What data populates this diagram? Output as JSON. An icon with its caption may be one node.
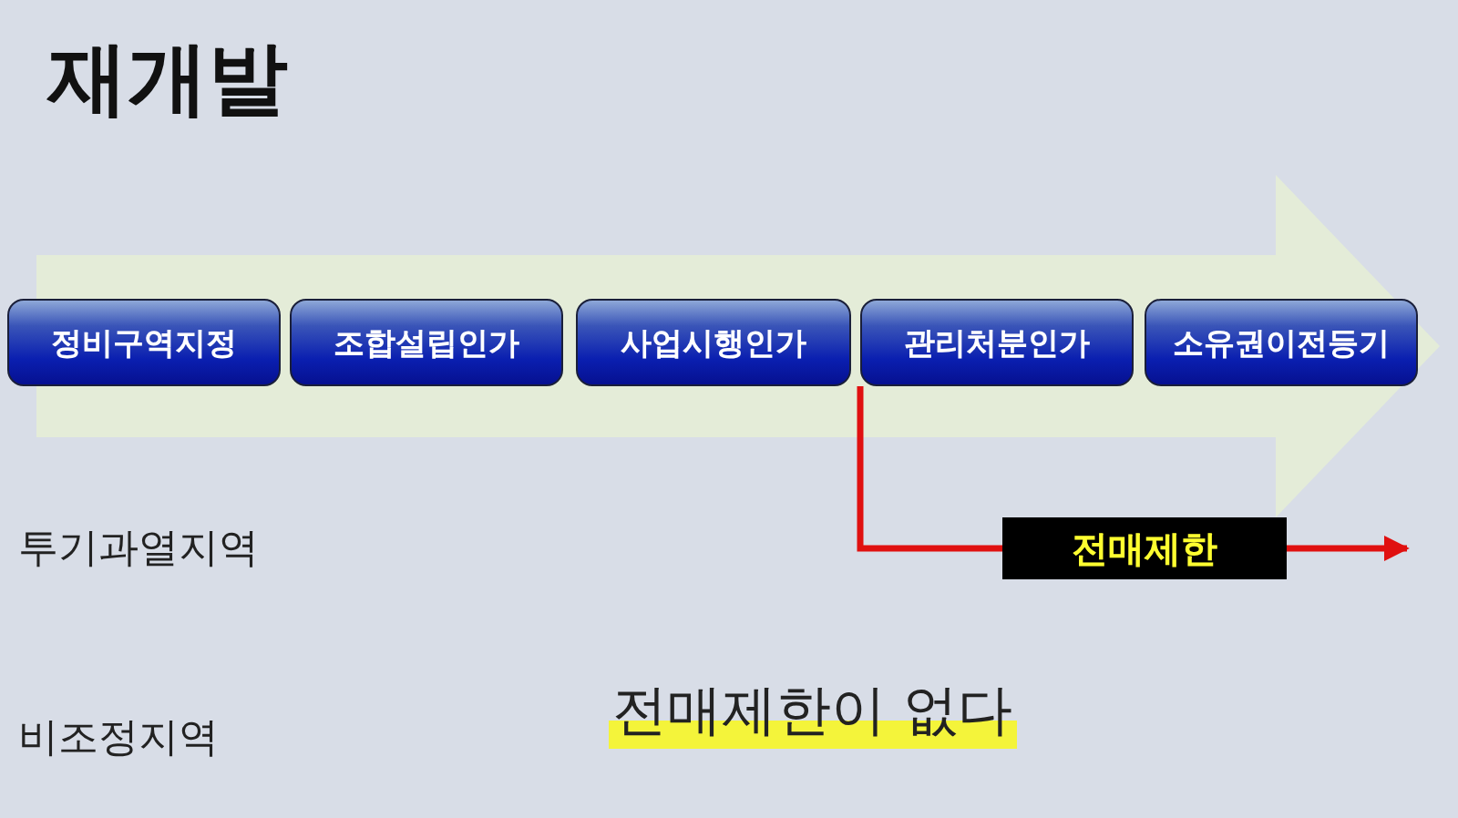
{
  "diagram": {
    "title": "재개발",
    "nodes": [
      {
        "text": [
          "정비구역지정"
        ]
      },
      {
        "text": [
          "조합설립인가"
        ]
      },
      {
        "text": [
          "사업시행인가"
        ]
      },
      {
        "text": [
          "관리처분인가"
        ]
      },
      {
        "text": [
          "소유권이전등기"
        ]
      },
      {
        "text": [
          "전매제한"
        ]
      }
    ],
    "edges": [
      {
        "from": 3,
        "to": 5,
        "arrow": "none",
        "color": "#e01010"
      },
      {
        "from": 5,
        "to": null,
        "arrow": "to",
        "color": "#e01010"
      }
    ],
    "labels": [
      "투기과열지역",
      "비조정지역",
      "전매제한이 없다"
    ]
  }
}
